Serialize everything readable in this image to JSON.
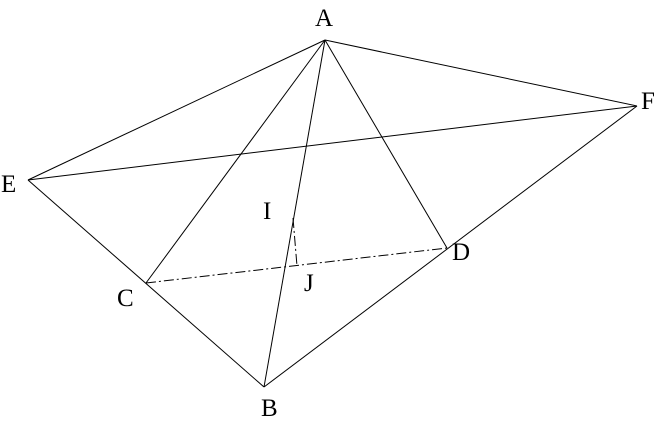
{
  "figure": {
    "labels": {
      "A": "A",
      "B": "B",
      "C": "C",
      "D": "D",
      "E": "E",
      "F": "F",
      "I": "I",
      "J": "J"
    },
    "segments": [
      [
        "A",
        "E"
      ],
      [
        "A",
        "F"
      ],
      [
        "A",
        "C"
      ],
      [
        "A",
        "B"
      ],
      [
        "A",
        "D"
      ],
      [
        "E",
        "F"
      ],
      [
        "E",
        "B"
      ],
      [
        "F",
        "B"
      ],
      [
        "C",
        "D"
      ],
      [
        "I",
        "J"
      ]
    ],
    "line_color": "#000000"
  }
}
